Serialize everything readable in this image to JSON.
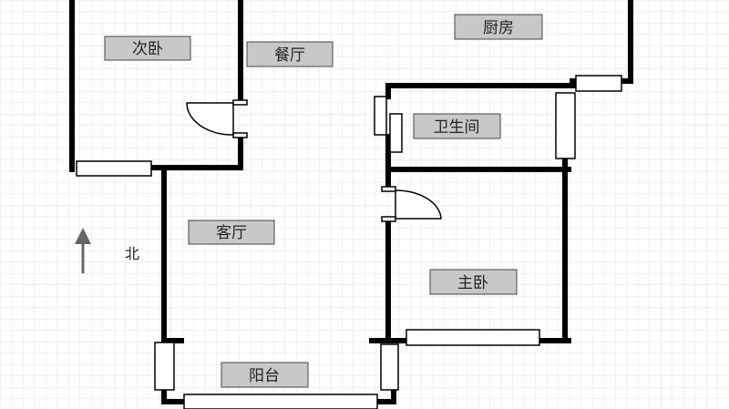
{
  "rooms": {
    "second_bedroom": "次卧",
    "dining_room": "餐厅",
    "kitchen": "厨房",
    "bathroom": "卫生间",
    "living_room": "客厅",
    "master_bedroom": "主卧",
    "balcony": "阳台"
  },
  "compass": {
    "north_label": "北"
  },
  "colors": {
    "wall": "#000000",
    "grid": "#d9d9d9",
    "label_box": "#c8c8c8",
    "window": "#ffffff"
  }
}
